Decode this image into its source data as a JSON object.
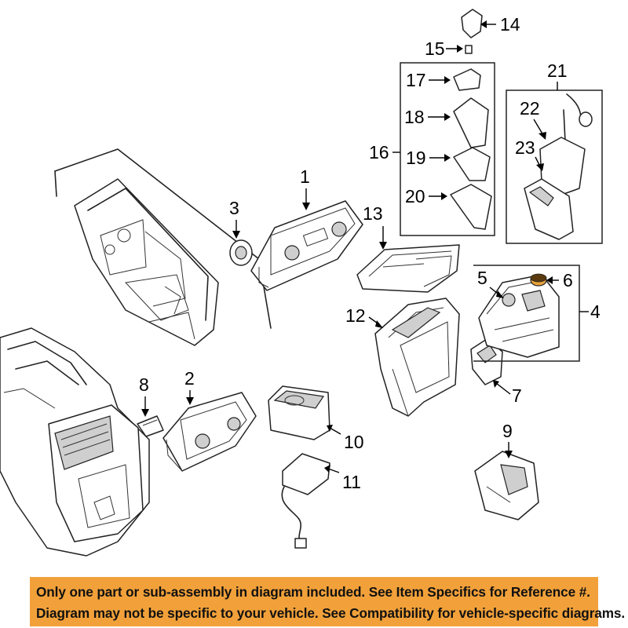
{
  "callouts": {
    "c1": "1",
    "c2": "2",
    "c3": "3",
    "c4": "4",
    "c5": "5",
    "c6": "6",
    "c7": "7",
    "c8": "8",
    "c9": "9",
    "c10": "10",
    "c11": "11",
    "c12": "12",
    "c13": "13",
    "c14": "14",
    "c15": "15",
    "c16": "16",
    "c17": "17",
    "c18": "18",
    "c19": "19",
    "c20": "20",
    "c21": "21",
    "c22": "22",
    "c23": "23"
  },
  "disclaimer": {
    "line1": "Only one part or sub-assembly in diagram included. See Item Specifics for Reference #.",
    "line2": "Diagram may not be specific to your vehicle. See Compatibility for vehicle-specific diagrams."
  },
  "colors": {
    "banner": "#f2a13a",
    "highlight_part": "#e8a23a"
  }
}
